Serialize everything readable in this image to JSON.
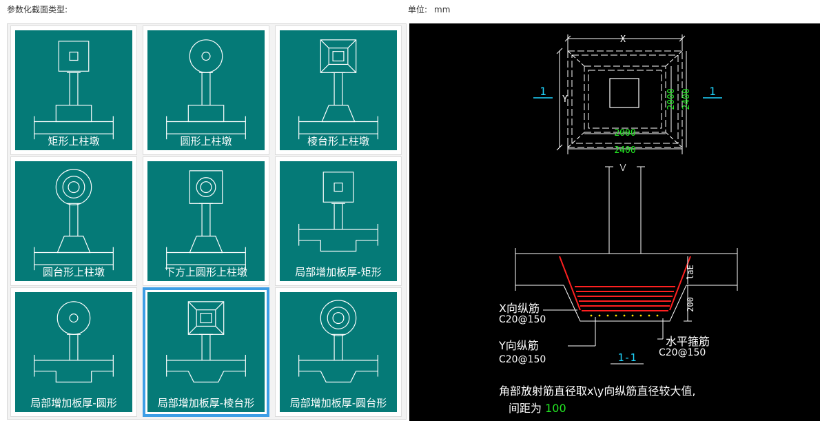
{
  "header": {
    "section_type_label": "参数化截面类型:",
    "unit_label": "单位:",
    "unit_value": "mm"
  },
  "section_types": [
    {
      "label": "矩形上柱墩",
      "icon": "rect-pier-icon",
      "selected": false
    },
    {
      "label": "圆形上柱墩",
      "icon": "circle-pier-icon",
      "selected": false
    },
    {
      "label": "棱台形上柱墩",
      "icon": "frustum-pier-icon",
      "selected": false
    },
    {
      "label": "圆台形上柱墩",
      "icon": "round-frustum-pier-icon",
      "selected": false
    },
    {
      "label": "下方上圆形上柱墩",
      "icon": "square-base-round-top-pier-icon",
      "selected": false
    },
    {
      "label": "局部增加板厚-矩形",
      "icon": "slab-thicken-rect-icon",
      "selected": false
    },
    {
      "label": "局部增加板厚-圆形",
      "icon": "slab-thicken-circle-icon",
      "selected": false
    },
    {
      "label": "局部增加板厚-棱台形",
      "icon": "slab-thicken-frustum-icon",
      "selected": true
    },
    {
      "label": "局部增加板厚-圆台形",
      "icon": "slab-thicken-round-frustum-icon",
      "selected": false
    }
  ],
  "preview": {
    "dim_x": "X",
    "dim_y": "Y",
    "dim_inner_width": "2000",
    "dim_outer_width": "2400",
    "dim_inner_height": "2000",
    "dim_outer_height": "2400",
    "section_mark": "1",
    "section_title": "1-1",
    "dim_depth": "200",
    "dim_anchor": "laE",
    "x_rebar_label": "X向纵筋",
    "x_rebar_value": "C20@150",
    "y_rebar_label": "Y向纵筋",
    "y_rebar_value": "C20@150",
    "stirrup_label": "水平箍筋",
    "stirrup_value": "C20@150",
    "note_line1": "角部放射筋直径取x\\y向纵筋直径较大值,",
    "note_line2_prefix": "间距为",
    "note_line2_value": "100",
    "colors": {
      "dim_green": "#23e823",
      "mark_cyan": "#1fd6ff",
      "rebar_red": "#ff2020",
      "dot_yellow": "#ffe000"
    }
  }
}
